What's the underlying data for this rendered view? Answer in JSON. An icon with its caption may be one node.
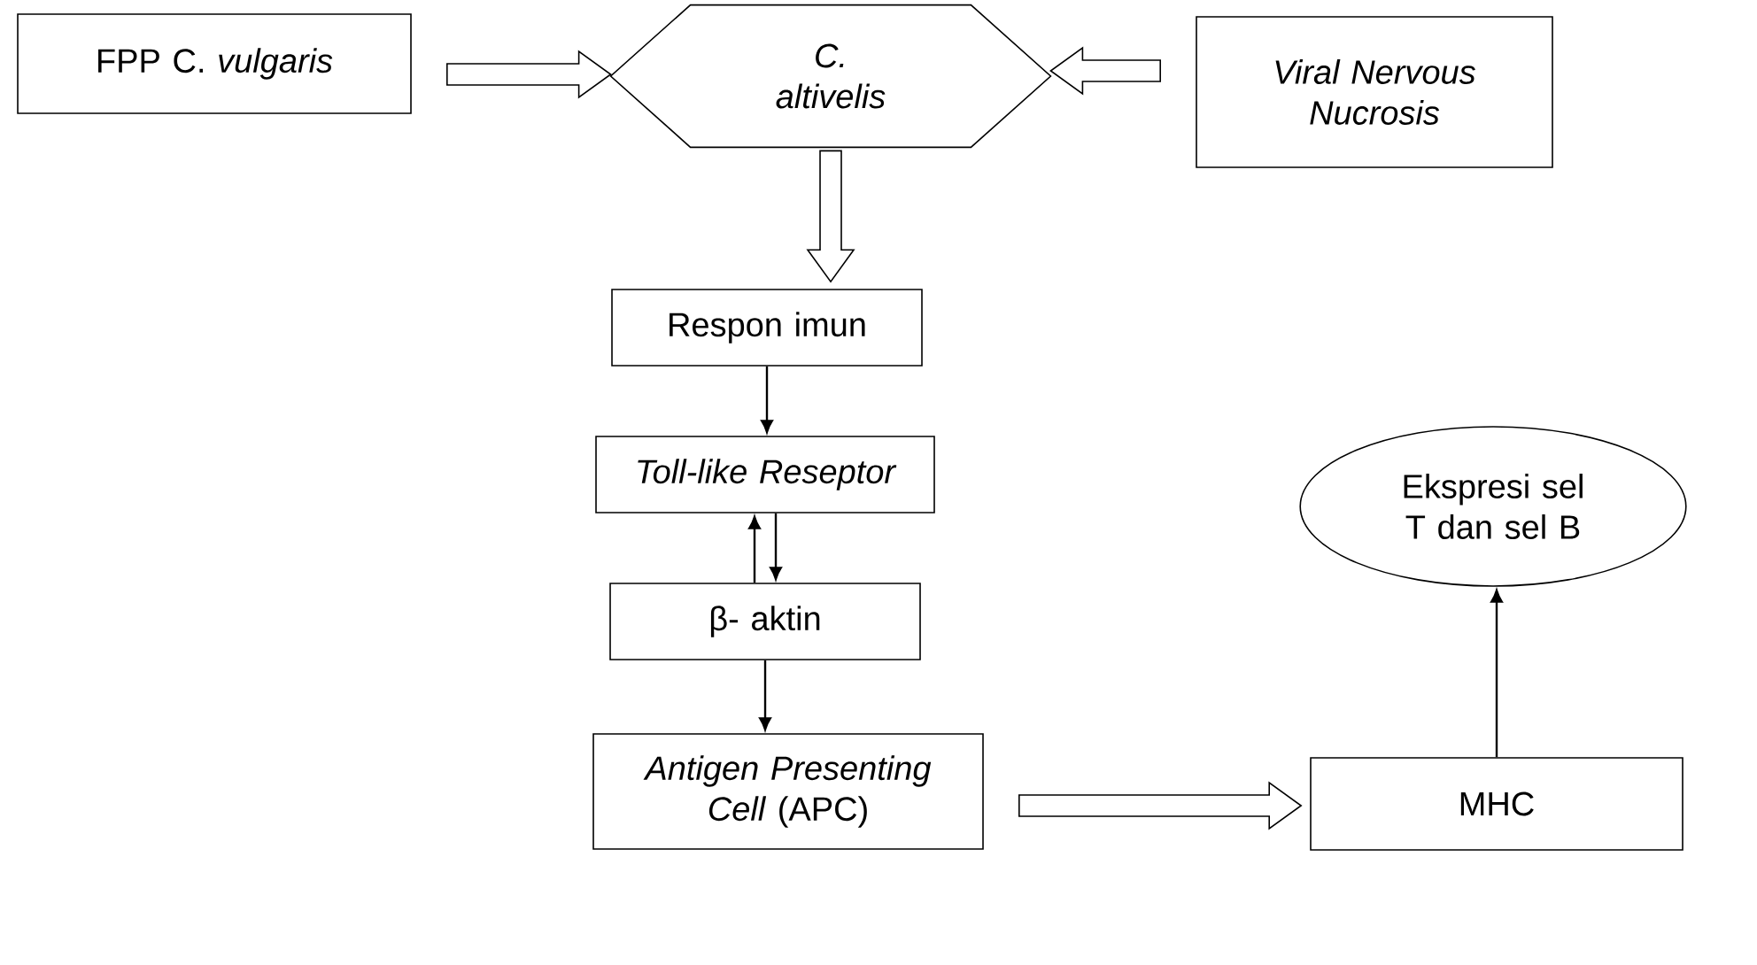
{
  "diagram": {
    "nodes": [
      {
        "text": [
          "FPP C. *vulgaris*"
        ]
      },
      {
        "text": [
          "C. altivelis"
        ]
      },
      {
        "text": [
          "Viral Nervous Nucrosis"
        ]
      },
      {
        "text": [
          "Respon imun"
        ]
      },
      {
        "text": [
          "Toll-like Reseptor"
        ]
      },
      {
        "text": [
          "β- aktin"
        ]
      },
      {
        "text": [
          "*Antigen Presenting Cell* (APC)"
        ]
      },
      {
        "text": [
          "MHC"
        ]
      },
      {
        "text": [
          "Ekspresi sel T dan sel B"
        ]
      }
    ],
    "edges": [
      {
        "from": 0,
        "to": 1,
        "arrow": "to",
        "style": "thick"
      },
      {
        "from": 2,
        "to": 1,
        "arrow": "to",
        "style": "thick"
      },
      {
        "from": 1,
        "to": 3,
        "arrow": "to",
        "style": "thick"
      },
      {
        "from": 3,
        "to": 4,
        "arrow": "to"
      },
      {
        "from": 5,
        "to": 4,
        "arrow": "to"
      },
      {
        "from": 4,
        "to": 5,
        "arrow": "to"
      },
      {
        "from": 5,
        "to": 6,
        "arrow": "to"
      },
      {
        "from": 6,
        "to": 7,
        "arrow": "to",
        "style": "thick"
      },
      {
        "from": 7,
        "to": 8,
        "arrow": "to"
      }
    ]
  }
}
